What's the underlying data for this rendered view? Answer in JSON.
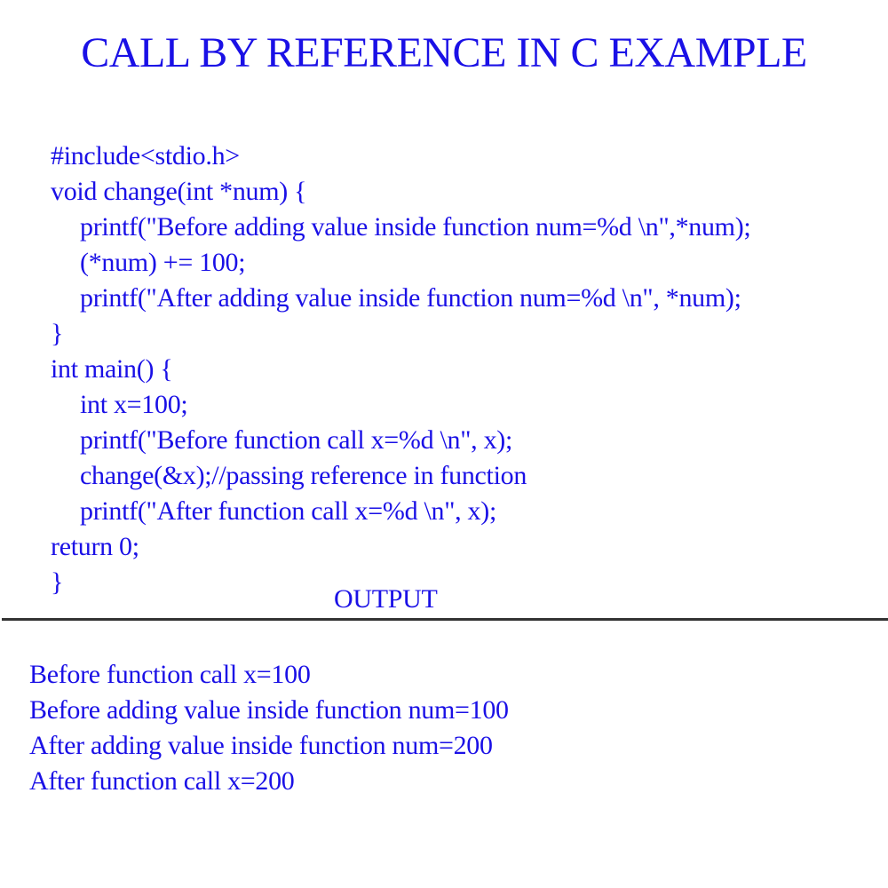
{
  "title": "CALL BY REFERENCE IN C EXAMPLE",
  "text_color": "#1a10e6",
  "code": {
    "lines": [
      {
        "text": "#include<stdio.h>",
        "indent": 0
      },
      {
        "text": "void change(int *num) {",
        "indent": 0
      },
      {
        "text": "printf(\"Before adding value inside function num=%d \\n\",*num);",
        "indent": 1
      },
      {
        "text": "(*num) += 100;",
        "indent": 1
      },
      {
        "text": "printf(\"After adding value inside function num=%d \\n\", *num);",
        "indent": 1
      },
      {
        "text": "}",
        "indent": 0
      },
      {
        "text": "int main() {",
        "indent": 0
      },
      {
        "text": "int x=100;",
        "indent": 1
      },
      {
        "text": "printf(\"Before function call x=%d \\n\", x);",
        "indent": 1
      },
      {
        "text": "change(&x);//passing reference in function",
        "indent": 1
      },
      {
        "text": "printf(\"After function call x=%d \\n\", x);",
        "indent": 1
      },
      {
        "text": "return 0;",
        "indent": 0
      },
      {
        "text": "}",
        "indent": 0
      }
    ]
  },
  "output_label": "OUTPUT",
  "output": {
    "lines": [
      "Before function call x=100",
      "Before adding value inside function num=100",
      "After adding value inside function num=200",
      "After function call x=200"
    ]
  }
}
